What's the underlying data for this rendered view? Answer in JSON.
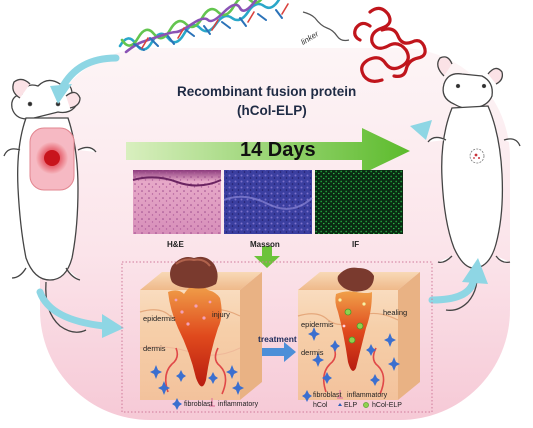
{
  "title": {
    "line1": "Recombinant fusion protein",
    "line2": "(hCol-ELP)"
  },
  "protein": {
    "linker_label": "linker"
  },
  "timeline": {
    "label": "14 Days"
  },
  "histology": {
    "panels": [
      {
        "label": "H&E"
      },
      {
        "label": "Masson"
      },
      {
        "label": "IF"
      }
    ]
  },
  "wound_before": {
    "epidermis": "epidermis",
    "dermis": "dermis",
    "injury": "injury"
  },
  "treatment_label": "treatment",
  "wound_after": {
    "epidermis": "epidermis",
    "dermis": "dermis",
    "healing": "healing"
  },
  "legend_left": {
    "fibroblast": "fibroblast",
    "inflammatory": "inflammatory"
  },
  "legend_right": {
    "fibroblast": "fibroblast",
    "inflammatory": "inflammatory",
    "hcol": "hCol",
    "elp": "ELP",
    "hcol_elp": "hCol-ELP"
  },
  "colors": {
    "arrow_cyan": "#8ed6e4",
    "arrow_green": "#6cc33a",
    "protein_red": "#c0151c",
    "skin_orange": "#f3c79f",
    "wound_red": "#d8341c",
    "background_pink": "#f8d6e0"
  }
}
